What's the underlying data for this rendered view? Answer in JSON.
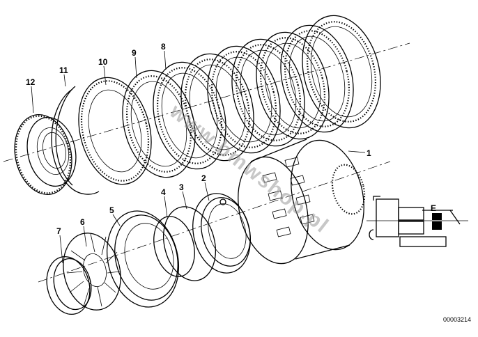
{
  "watermark": "www.bmwshop.pl",
  "reference_number": "00003214",
  "inset": {
    "label": "E"
  },
  "callouts": [
    {
      "id": "1",
      "part": "clutch-drum"
    },
    {
      "id": "2",
      "part": "piston"
    },
    {
      "id": "3",
      "part": "o-ring-outer"
    },
    {
      "id": "4",
      "part": "o-ring-inner"
    },
    {
      "id": "5",
      "part": "seal-plate"
    },
    {
      "id": "6",
      "part": "disc-spring"
    },
    {
      "id": "7",
      "part": "snap-ring"
    },
    {
      "id": "8",
      "part": "outer-plate"
    },
    {
      "id": "9",
      "part": "inner-plate"
    },
    {
      "id": "10",
      "part": "pressure-plate"
    },
    {
      "id": "11",
      "part": "circlip"
    },
    {
      "id": "12",
      "part": "hub"
    }
  ]
}
